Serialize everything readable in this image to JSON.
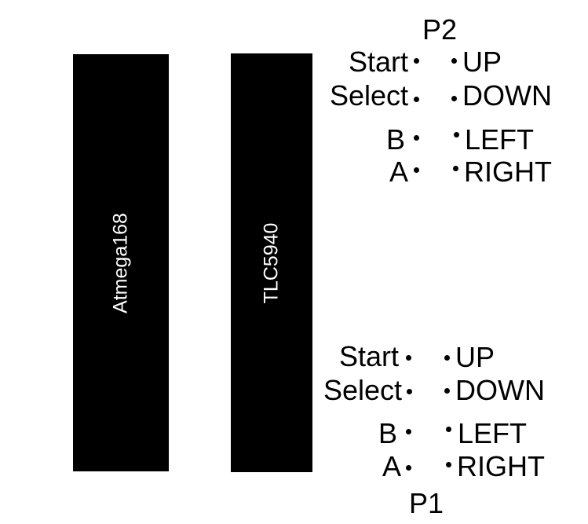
{
  "chips": [
    {
      "label": "Atmega168"
    },
    {
      "label": "TLC5940"
    }
  ],
  "players": [
    {
      "name": "P2",
      "left_labels": [
        "Start",
        "Select",
        "B",
        "A"
      ],
      "right_labels": [
        "UP",
        "DOWN",
        "LEFT",
        "RIGHT"
      ]
    },
    {
      "name": "P1",
      "left_labels": [
        "Start",
        "Select",
        "B",
        "A"
      ],
      "right_labels": [
        "UP",
        "DOWN",
        "LEFT",
        "RIGHT"
      ]
    }
  ]
}
